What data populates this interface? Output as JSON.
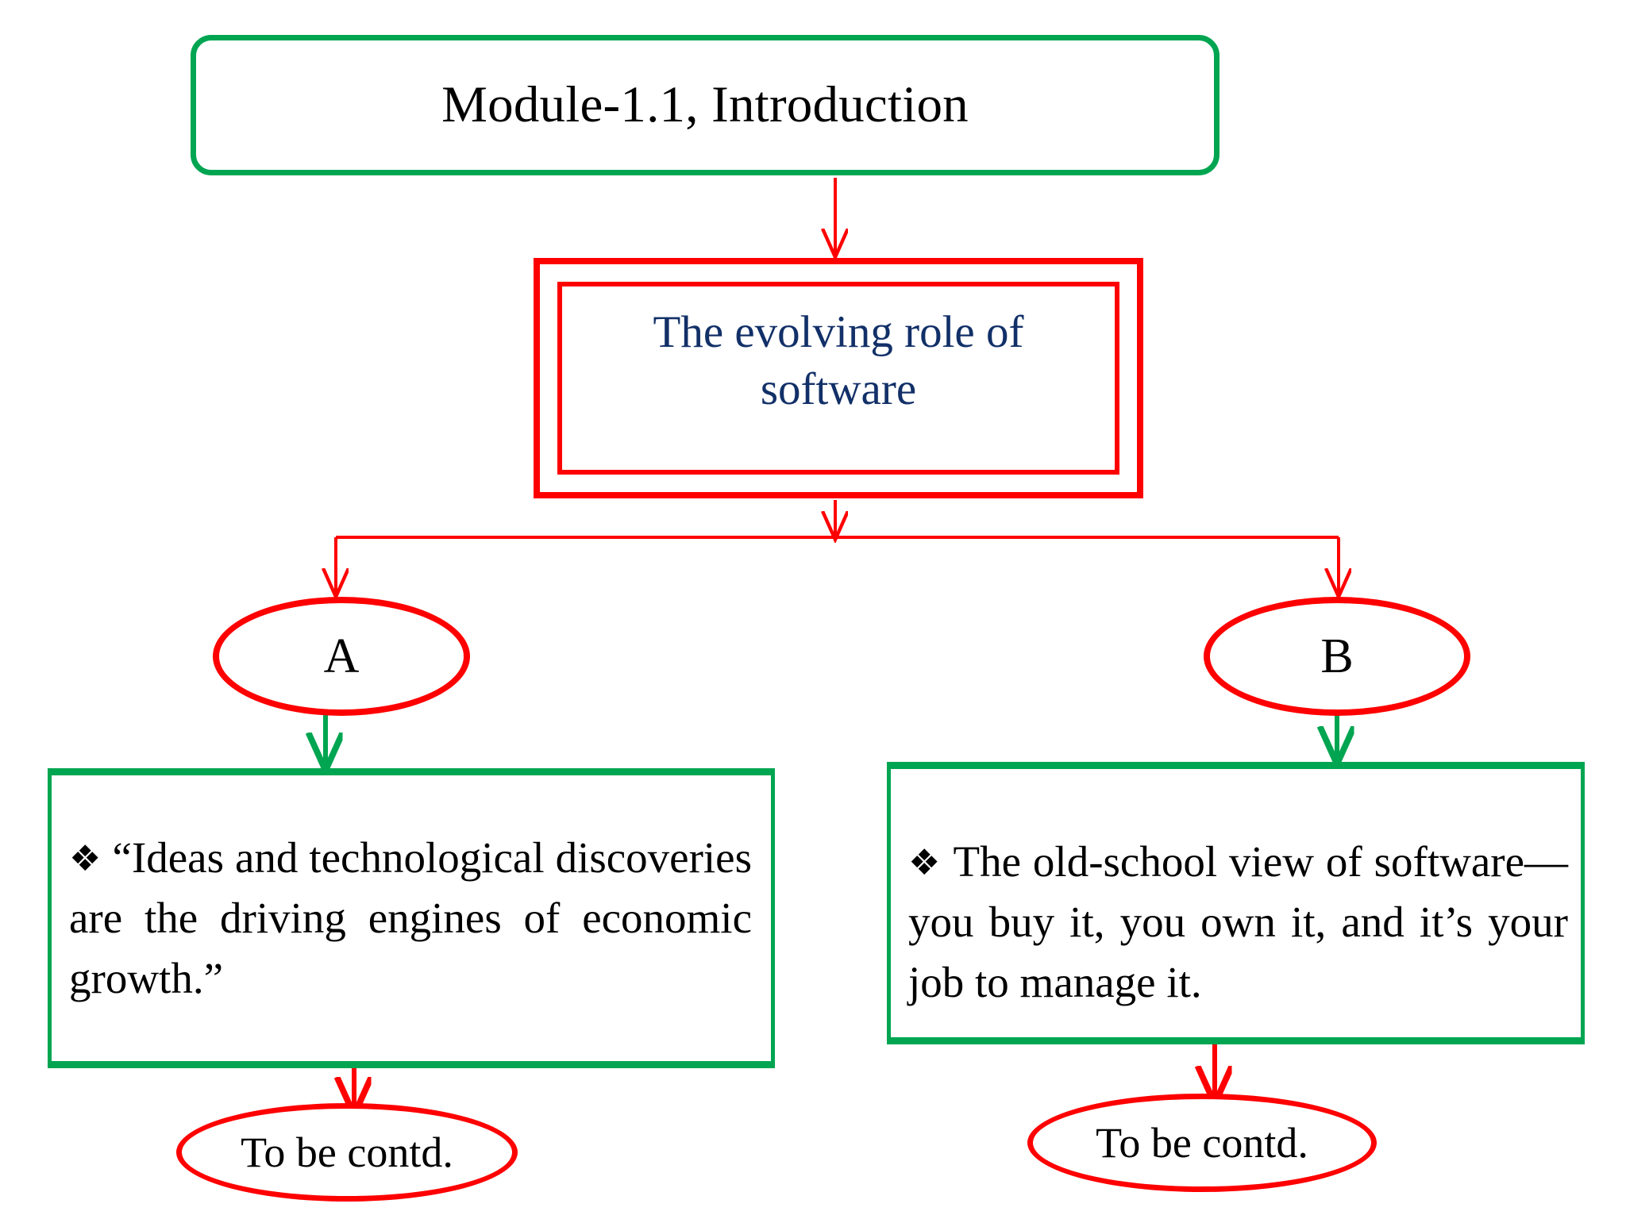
{
  "slide": {
    "title": "Module-1.1, Introduction",
    "background_color": "#ffffff"
  },
  "colors": {
    "green": "#00A551",
    "red": "#FF0000",
    "navy": "#123068",
    "black": "#000000"
  },
  "nodes": {
    "title_box": {
      "label": "Module-1.1, Introduction",
      "shape": "rounded-rectangle",
      "border_color": "#00A551",
      "text_color": "#000000"
    },
    "topic_box": {
      "label": "The evolving role of software",
      "shape": "double-rectangle",
      "border_color": "#FF0000",
      "text_color": "#123068"
    },
    "branch_a": {
      "label": "A",
      "shape": "ellipse",
      "border_color": "#FF0000",
      "text_color": "#000000"
    },
    "branch_b": {
      "label": "B",
      "shape": "ellipse",
      "border_color": "#FF0000",
      "text_color": "#000000"
    },
    "content_a": {
      "bullet": "❖",
      "text": "“Ideas and technological discoveries are the driving engines of economic growth.”",
      "shape": "rectangle",
      "border_color": "#00A551",
      "text_color": "#000000"
    },
    "content_b": {
      "bullet": "❖",
      "text": "The old-school view of software—you buy it, you own it, and it’s your job to manage it.",
      "shape": "rectangle",
      "border_color": "#00A551",
      "text_color": "#000000"
    },
    "contd_a": {
      "label": "To be contd.",
      "shape": "ellipse",
      "border_color": "#FF0000",
      "text_color": "#000000"
    },
    "contd_b": {
      "label": "To be contd.",
      "shape": "ellipse",
      "border_color": "#FF0000",
      "text_color": "#000000"
    }
  },
  "connectors": [
    {
      "name": "title-to-topic",
      "from": "title_box",
      "to": "topic_box",
      "color": "#FF0000",
      "arrow": true
    },
    {
      "name": "topic-to-branch-a",
      "from": "topic_box",
      "to": "branch_a",
      "color": "#FF0000",
      "arrow": true
    },
    {
      "name": "topic-to-branch-b",
      "from": "topic_box",
      "to": "branch_b",
      "color": "#FF0000",
      "arrow": true
    },
    {
      "name": "branch-a-to-content",
      "from": "branch_a",
      "to": "content_a",
      "color": "#00A551",
      "arrow": true
    },
    {
      "name": "branch-b-to-content",
      "from": "branch_b",
      "to": "content_b",
      "color": "#00A551",
      "arrow": true
    },
    {
      "name": "content-a-to-contd",
      "from": "content_a",
      "to": "contd_a",
      "color": "#FF0000",
      "arrow": true
    },
    {
      "name": "content-b-to-contd",
      "from": "content_b",
      "to": "contd_b",
      "color": "#FF0000",
      "arrow": true
    }
  ]
}
